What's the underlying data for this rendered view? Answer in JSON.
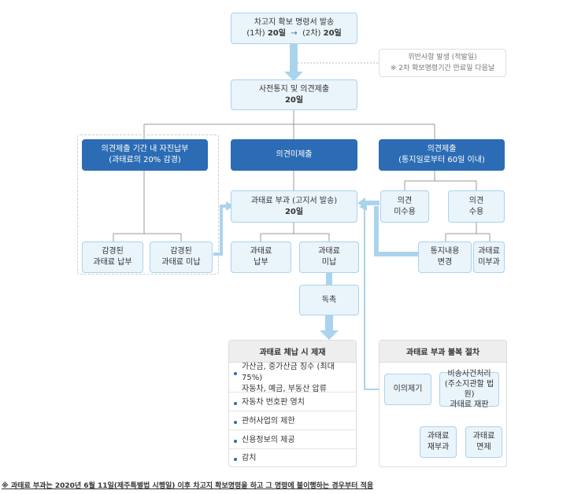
{
  "top": {
    "line1": "차고지 확보 명령서 발송",
    "first": "(1차)",
    "first_days": "20일",
    "second": "(2차)",
    "second_days": "20일"
  },
  "violation": {
    "line1": "위반사항 발생 (적발일)",
    "line2": "※ 2차 확보명령기간 만료일 다음날"
  },
  "prior_notice": {
    "label": "사전통지 및 의견제출",
    "days": "20일"
  },
  "reduced": {
    "line1": "의견제출 기간 내 자진납부",
    "line2": "(과태료의 20% 감경)"
  },
  "no_opinion": {
    "label": "의견미제출"
  },
  "opinion": {
    "line1": "의견제출",
    "line2": "(통지일로부터 60일 이내)"
  },
  "imposition": {
    "label": "과태료 부과 (고지서 발송)",
    "days": "20일"
  },
  "opinion_rejected": {
    "line1": "의견",
    "line2": "미수용"
  },
  "opinion_accepted": {
    "line1": "의견",
    "line2": "수용"
  },
  "reduced_paid": {
    "line1": "감경된",
    "line2": "과태료 납부"
  },
  "reduced_unpaid": {
    "line1": "감경된",
    "line2": "과태료 미납"
  },
  "fine_paid": {
    "line1": "과태료",
    "line2": "납부"
  },
  "fine_unpaid": {
    "line1": "과태료",
    "line2": "미납"
  },
  "notice_change": {
    "line1": "통지내용",
    "line2": "변경"
  },
  "no_fine": {
    "line1": "과태료",
    "line2": "미부과"
  },
  "reminder": {
    "label": "독촉"
  },
  "sanctions": {
    "title": "과태료 체납 시 제재",
    "items": [
      {
        "line1": "가산금, 중가산금 징수 (최대 75%)",
        "line2": "자동차, 예금, 부동산 압류"
      },
      {
        "line1": "자동차 번호판 영치"
      },
      {
        "line1": "관허사업의 제한"
      },
      {
        "line1": "신용정보의 제공"
      },
      {
        "line1": "감치"
      }
    ]
  },
  "objection": {
    "title": "과태료 부과 불복 절차",
    "filing": "이의제기",
    "court": {
      "line1": "비송사건처리",
      "line2": "(주소지관할 법원)",
      "line3": "과태료 재판"
    },
    "reimposed": {
      "line1": "과태료",
      "line2": "재부과"
    },
    "exempted": {
      "line1": "과태료",
      "line2": "면제"
    }
  },
  "footnote": "※ 과태료 부과는 2020년 6월 11일(제주특별법 시행일) 이후 차고지 확보명령을 하고 그 명령에 불이행하는 경우부터 적용"
}
